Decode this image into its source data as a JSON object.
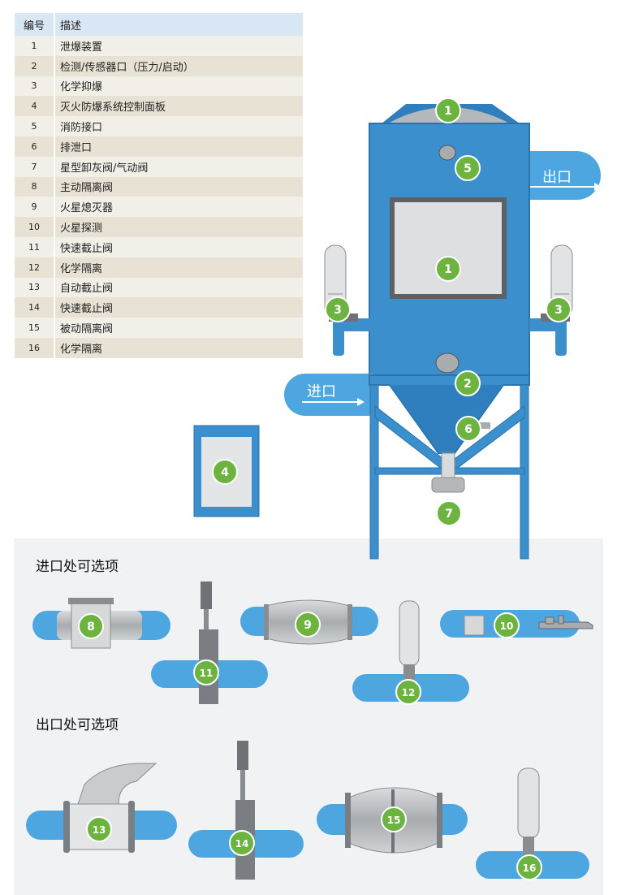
{
  "legend": {
    "header_no": "编号",
    "header_desc": "描述",
    "rows": [
      {
        "no": "1",
        "desc": "泄爆装置"
      },
      {
        "no": "2",
        "desc": "检测/传感器口（压力/启动）"
      },
      {
        "no": "3",
        "desc": "化学抑爆"
      },
      {
        "no": "4",
        "desc": "灭火防爆系统控制面板"
      },
      {
        "no": "5",
        "desc": "消防接口"
      },
      {
        "no": "6",
        "desc": "排泄口"
      },
      {
        "no": "7",
        "desc": "星型卸灰阀/气动阀"
      },
      {
        "no": "8",
        "desc": "主动隔离阀"
      },
      {
        "no": "9",
        "desc": "火星熄灭器"
      },
      {
        "no": "10",
        "desc": "火星探测"
      },
      {
        "no": "11",
        "desc": "快速截止阀"
      },
      {
        "no": "12",
        "desc": "化学隔离"
      },
      {
        "no": "13",
        "desc": "自动截止阀"
      },
      {
        "no": "14",
        "desc": "快速截止阀"
      },
      {
        "no": "15",
        "desc": "被动隔离阀"
      },
      {
        "no": "16",
        "desc": "化学隔离"
      }
    ]
  },
  "diagram": {
    "outlet_label": "出口",
    "inlet_label": "进口",
    "inlet_options_title": "进口处可选项",
    "outlet_options_title": "出口处可选项",
    "badges": {
      "b1_top": "1",
      "b5": "5",
      "b1_mid": "1",
      "b3_left": "3",
      "b3_right": "3",
      "b2": "2",
      "b6": "6",
      "b7": "7",
      "b4": "4",
      "b8": "8",
      "b9": "9",
      "b10": "10",
      "b11": "11",
      "b12": "12",
      "b13": "13",
      "b14": "14",
      "b15": "15",
      "b16": "16"
    }
  },
  "colors": {
    "body_blue": "#3a8fcc",
    "pipe_blue": "#4ea6e0",
    "badge_green": "#6db33f",
    "gray": "#b5b8bb",
    "panel_bg": "#f0f2f4",
    "legend_header": "#d9e6f3"
  }
}
